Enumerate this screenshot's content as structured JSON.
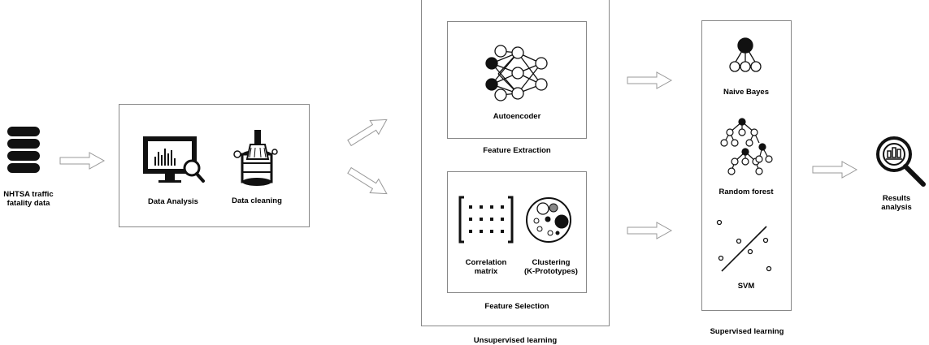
{
  "source": {
    "label": "NHTSA traffic\nfatality data"
  },
  "preprocessing": {
    "analysis_label": "Data Analysis",
    "cleaning_label": "Data cleaning"
  },
  "unsupervised": {
    "group_label": "Unsupervised learning",
    "extraction": {
      "title": "Feature Extraction",
      "method": "Autoencoder"
    },
    "selection": {
      "title": "Feature Selection",
      "correlation": "Correlation\nmatrix",
      "clustering": "Clustering\n(K-Prototypes)"
    }
  },
  "supervised": {
    "group_label": "Supervised learning",
    "models": [
      "Naive Bayes",
      "Random forest",
      "SVM"
    ]
  },
  "results": {
    "label": "Results\nanalysis"
  },
  "colors": {
    "border": "#888888",
    "arrow": "#999999",
    "icon": "#000000"
  }
}
